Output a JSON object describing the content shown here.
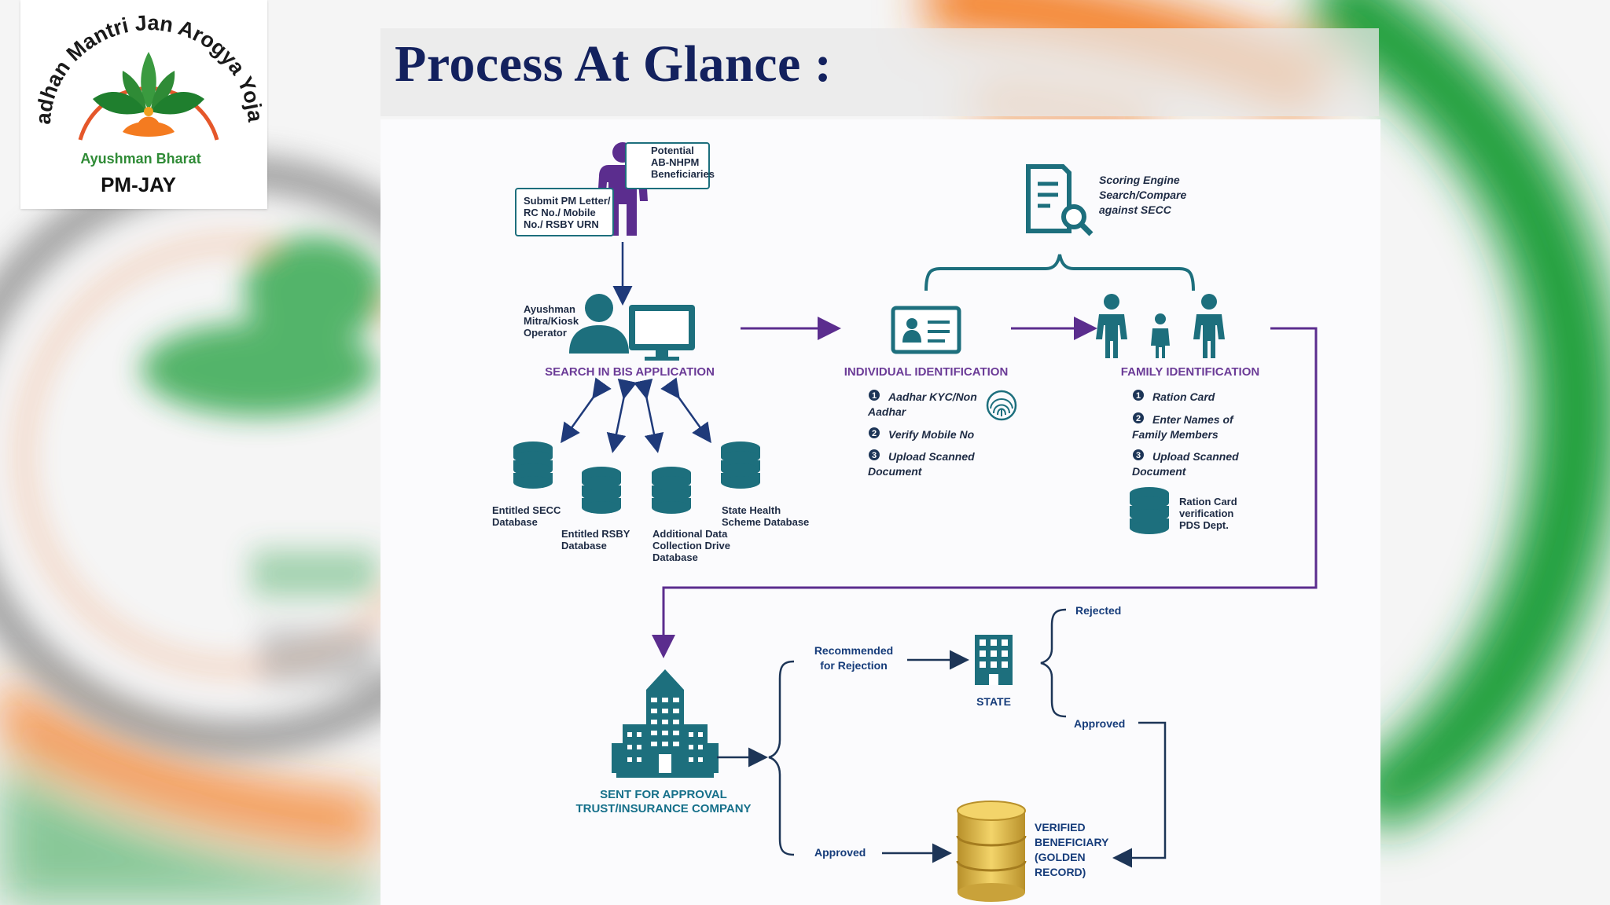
{
  "header": {
    "title": "Process At Glance :"
  },
  "logo": {
    "arc_text": "Pradhan Mantri Jan Arogya Yojana",
    "brand": "Ayushman Bharat",
    "scheme": "PM-JAY"
  },
  "colors": {
    "title": "#13215e",
    "purple": "#5b2d8e",
    "teal": "#1d6f7d",
    "navy": "#1f3a7a",
    "saffron": "#f47b20",
    "green": "#1f9a3a",
    "gold": "#d8b43c"
  },
  "diagram": {
    "beneficiary": {
      "potential": [
        "Potential",
        "AB-NHPM",
        "Beneficiaries"
      ],
      "submit": [
        "Submit PM Letter/",
        "RC No./ Mobile",
        "No./ RSBY URN"
      ]
    },
    "operator": [
      "Ayushman",
      "Mitra/Kiosk",
      "Operator"
    ],
    "search": "SEARCH IN BIS APPLICATION",
    "databases": [
      {
        "label": [
          "Entitled SECC",
          "Database"
        ]
      },
      {
        "label": [
          "Entitled RSBY",
          "Database"
        ]
      },
      {
        "label": [
          "Additional Data",
          "Collection Drive",
          "Database"
        ]
      },
      {
        "label": [
          "State Health",
          "Scheme Database"
        ]
      }
    ],
    "scoring": [
      "Scoring Engine",
      "Search/Compare",
      "against SECC"
    ],
    "individual": {
      "heading": "INDIVIDUAL IDENTIFICATION",
      "steps": [
        {
          "num": "1",
          "lines": [
            "Aadhar KYC/Non",
            "Aadhar"
          ]
        },
        {
          "num": "2",
          "lines": [
            "Verify Mobile No"
          ]
        },
        {
          "num": "3",
          "lines": [
            "Upload Scanned",
            "Document"
          ]
        }
      ]
    },
    "family": {
      "heading": "FAMILY IDENTIFICATION",
      "steps": [
        {
          "num": "1",
          "lines": [
            "Ration Card"
          ]
        },
        {
          "num": "2",
          "lines": [
            "Enter Names of",
            "Family Members"
          ]
        },
        {
          "num": "3",
          "lines": [
            "Upload Scanned",
            "Document"
          ]
        }
      ],
      "ration": [
        "Ration Card",
        "verification",
        "PDS Dept."
      ]
    },
    "approval": [
      "SENT FOR APPROVAL",
      "TRUST/INSURANCE COMPANY"
    ],
    "recommended": [
      "Recommended",
      "for Rejection"
    ],
    "state": "STATE",
    "rejected": "Rejected",
    "approved_state": "Approved",
    "approved_trust": "Approved",
    "verified": [
      "VERIFIED",
      "BENEFICIARY",
      "(GOLDEN",
      "RECORD)"
    ]
  }
}
